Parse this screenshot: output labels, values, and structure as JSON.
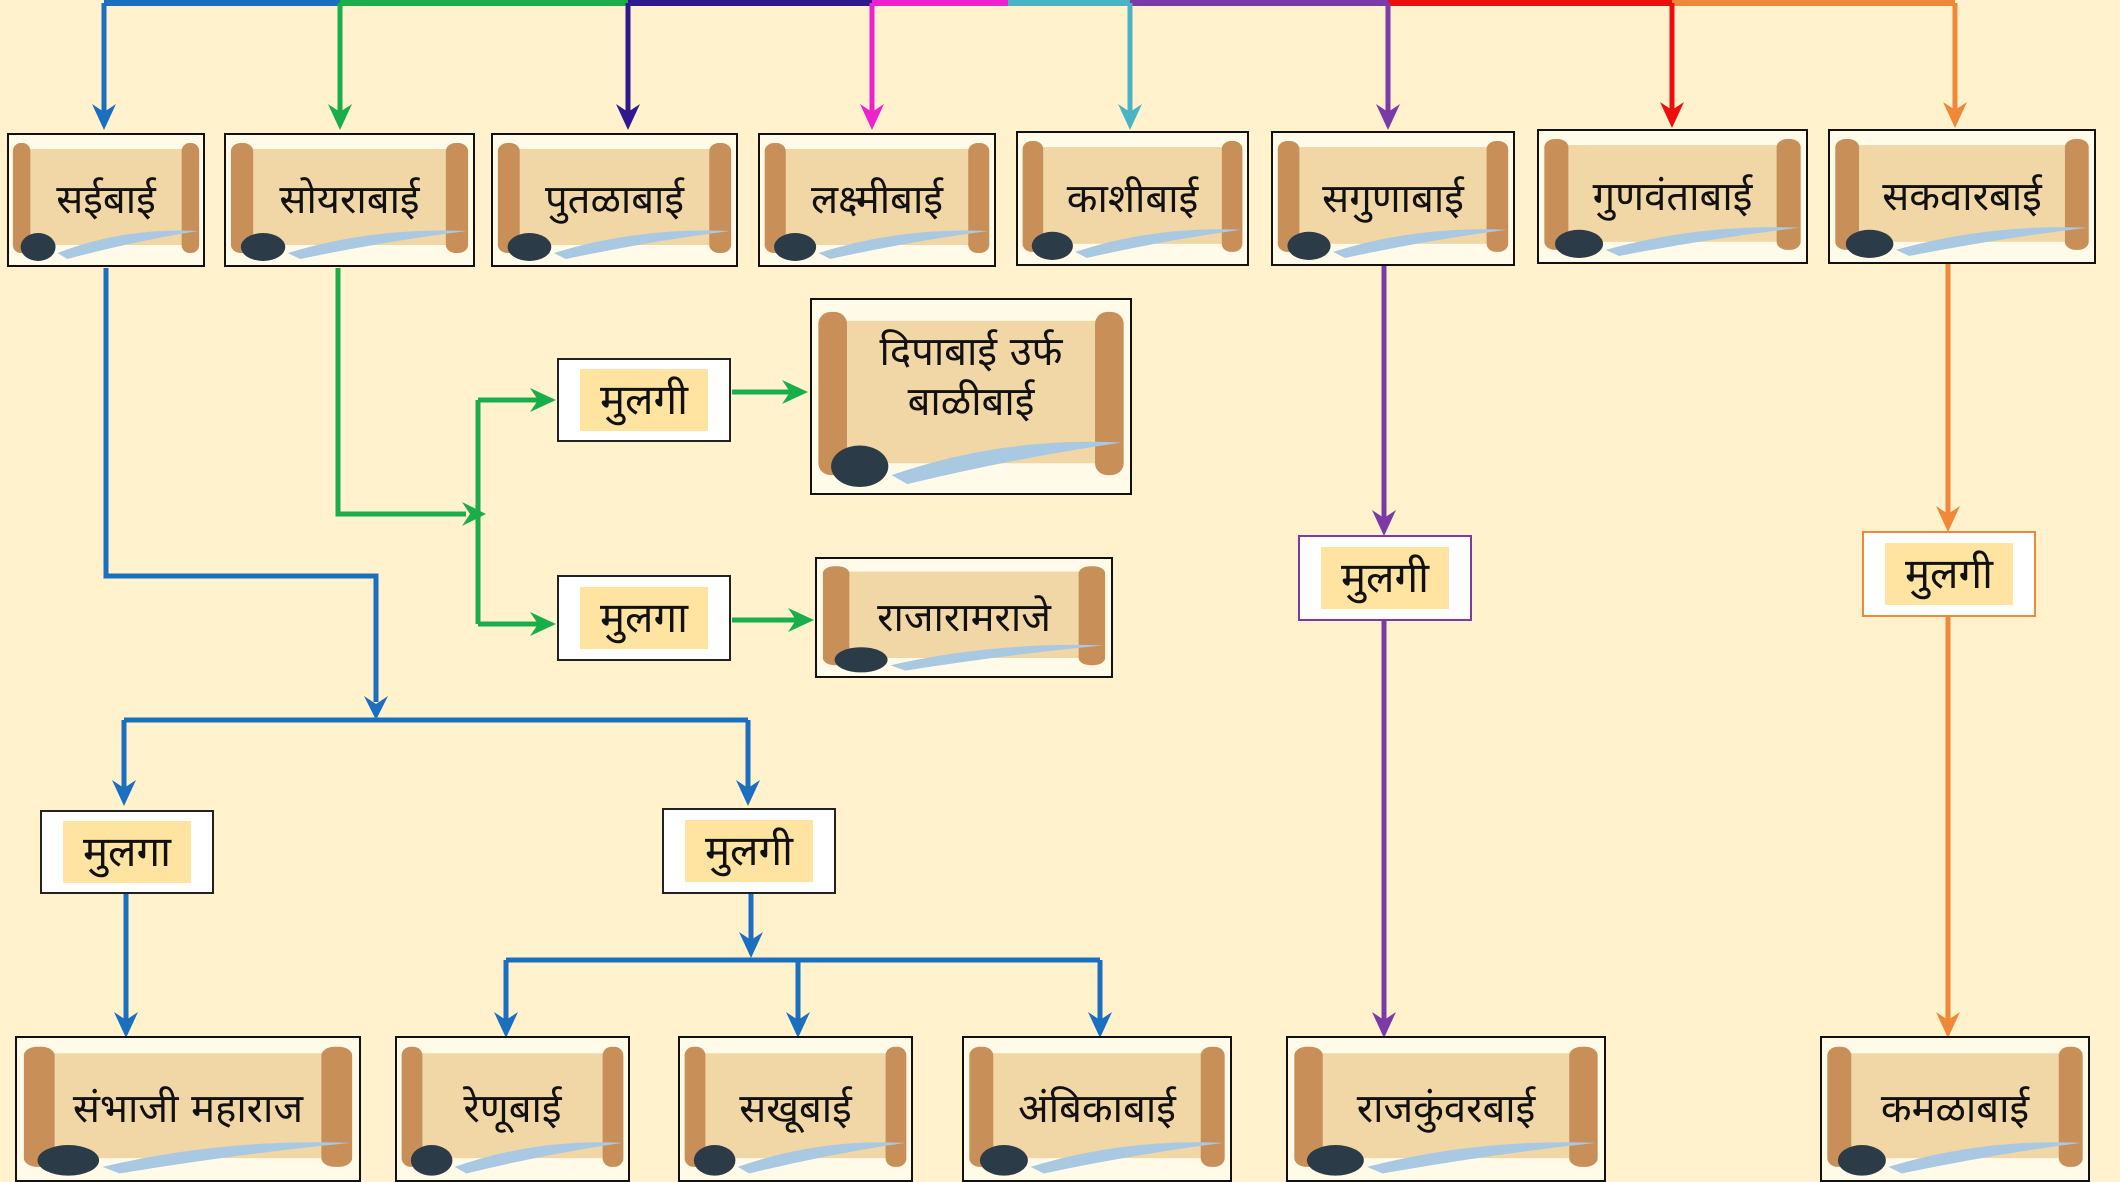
{
  "top_row": [
    {
      "id": "saibai",
      "label": "सईबाई",
      "color": "#1b6fc0"
    },
    {
      "id": "soyarabai",
      "label": "सोयराबाई",
      "color": "#1aae4a"
    },
    {
      "id": "putalabai",
      "label": "पुतळाबाई",
      "color": "#2e1a8e"
    },
    {
      "id": "lakshmibai",
      "label": "लक्ष्मीबाई",
      "color": "#ee22cc"
    },
    {
      "id": "kashibai",
      "label": "काशीबाई",
      "color": "#4ab4c6"
    },
    {
      "id": "sagunabai",
      "label": "सगुणाबाई",
      "color": "#7b3aa6"
    },
    {
      "id": "gunavantabai",
      "label": "गुणवंताबाई",
      "color": "#ee0d0d"
    },
    {
      "id": "sakvarbai",
      "label": "सकवारबाई",
      "color": "#f0883a"
    }
  ],
  "descendants": {
    "dipabai": "दिपाबाई उर्फ बाळीबाई",
    "rajaramraje": "राजारामराजे",
    "sambhaji": "संभाजी महाराज",
    "renubai": "रेणूबाई",
    "sakhubai": "सखूबाई",
    "ambikabai": "अंबिकाबाई",
    "rajkunvarbai": "राजकुंवरबाई",
    "kamalabai": "कमळाबाई"
  },
  "relations": {
    "soyara_daughter": "मुलगी",
    "soyara_son": "मुलगा",
    "sai_son": "मुलगा",
    "sai_daughter": "मुलगी",
    "saguna_daughter": "मुलगी",
    "sakvar_daughter": "मुलगी"
  }
}
